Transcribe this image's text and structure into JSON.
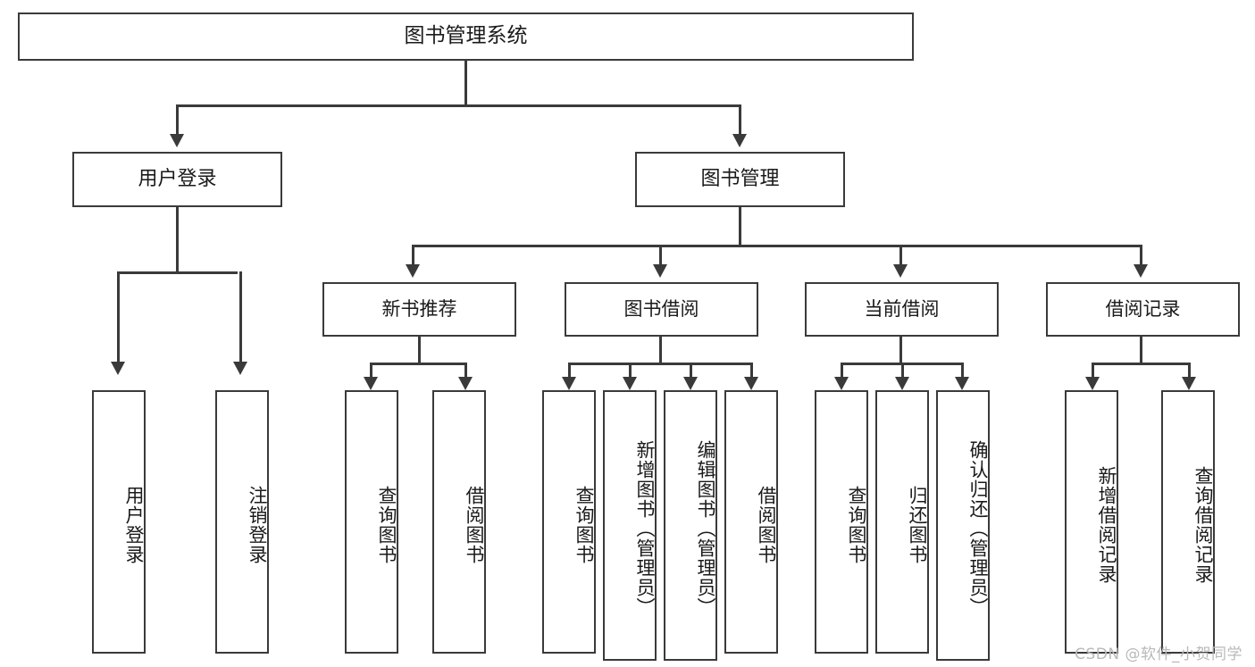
{
  "diagram": {
    "type": "tree",
    "title": "图书管理系统",
    "root": {
      "id": "root",
      "label": "图书管理系统"
    },
    "level1": [
      {
        "id": "user-login",
        "label": "用户登录"
      },
      {
        "id": "book-management",
        "label": "图书管理"
      }
    ],
    "level2": [
      {
        "id": "new-book-recommend",
        "label": "新书推荐",
        "parent": "book-management"
      },
      {
        "id": "book-borrow",
        "label": "图书借阅",
        "parent": "book-management"
      },
      {
        "id": "current-borrow",
        "label": "当前借阅",
        "parent": "book-management"
      },
      {
        "id": "borrow-record",
        "label": "借阅记录",
        "parent": "book-management"
      }
    ],
    "leaves": {
      "user-login": [
        {
          "id": "leaf-user-login",
          "label": "用户登录"
        },
        {
          "id": "leaf-user-logout",
          "label": "注销登录"
        }
      ],
      "new-book-recommend": [
        {
          "id": "leaf-query-book-1",
          "label": "查询图书"
        },
        {
          "id": "leaf-borrow-book-1",
          "label": "借阅图书"
        }
      ],
      "book-borrow": [
        {
          "id": "leaf-query-book-2",
          "label": "查询图书"
        },
        {
          "id": "leaf-add-book",
          "label": "新增图书（管理员）"
        },
        {
          "id": "leaf-edit-book",
          "label": "编辑图书（管理员）"
        },
        {
          "id": "leaf-borrow-book-2",
          "label": "借阅图书"
        }
      ],
      "current-borrow": [
        {
          "id": "leaf-query-book-3",
          "label": "查询图书"
        },
        {
          "id": "leaf-return-book",
          "label": "归还图书"
        },
        {
          "id": "leaf-confirm-return",
          "label": "确认归还（管理员）"
        }
      ],
      "borrow-record": [
        {
          "id": "leaf-add-record",
          "label": "新增借阅记录"
        },
        {
          "id": "leaf-query-record",
          "label": "查询借阅记录"
        }
      ]
    }
  },
  "watermark": {
    "text": "CSDN @软件_小贺同学"
  },
  "colors": {
    "stroke": "#3a3a3a",
    "background": "#ffffff",
    "text": "#1a1a1a",
    "watermark": "#b9b9b9"
  }
}
